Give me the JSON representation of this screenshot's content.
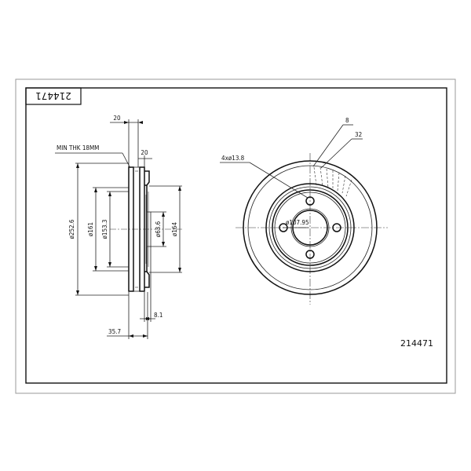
{
  "part_number": "214471",
  "title_block_number": "214471",
  "side_view": {
    "min_thk_label": "MIN THK 18MM",
    "dim_top_20": "20",
    "dim_right_20": "20",
    "dim_d252_6": "ø252.6",
    "dim_d161": "ø161",
    "dim_d153_3": "ø153.3",
    "dim_d63_6": "ø63.6",
    "dim_d164": "ø164",
    "dim_8_1": "8.1",
    "dim_35_7": "35.7"
  },
  "front_view": {
    "bolt_holes_label": "4xø13.8",
    "pcd_label": "ø107.95",
    "dim_8": "8",
    "dim_32": "32"
  }
}
